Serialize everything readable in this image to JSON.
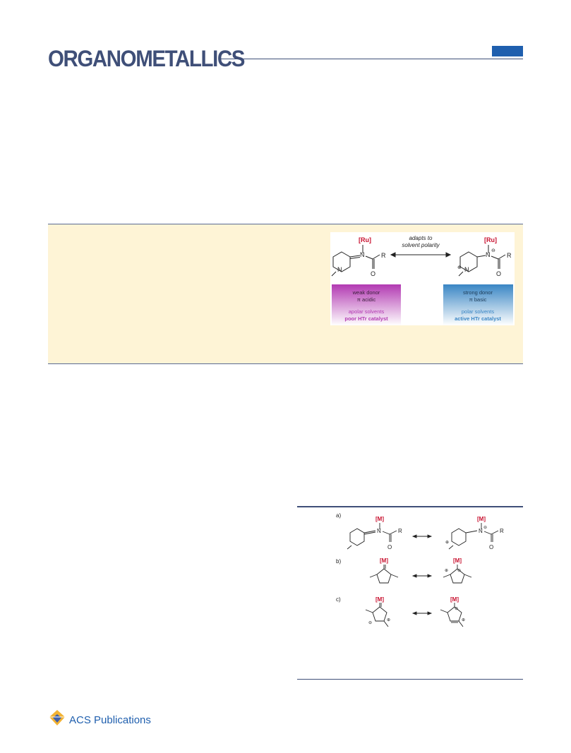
{
  "header": {
    "journal_name": "ORGANOMETALLICS",
    "brand_color": "#3f4f78",
    "tab_color": "#1f5fae"
  },
  "abstract": {
    "background_color": "#fef4d6",
    "toc_graphic": {
      "metal_label": "[Ru]",
      "arrow_label_line1": "adapts to",
      "arrow_label_line2": "solvent polarity",
      "left_box": {
        "line1": "weak donor",
        "line2": "π acidic",
        "line3": "apolar solvents",
        "line4": "poor HTr catalyst",
        "color": "#b23ab2"
      },
      "right_box": {
        "line1": "strong donor",
        "line2": "π basic",
        "line3": "polar solvents",
        "line4": "active HTr catalyst",
        "color": "#3a86c4"
      },
      "substituent": "R",
      "oxygen": "O",
      "nitrogen": "N"
    }
  },
  "figure1": {
    "panel_labels": [
      "a)",
      "b)",
      "c)"
    ],
    "metal_label": "[M]",
    "metal_color": "#c8102e",
    "substituent": "R",
    "oxygen": "O",
    "nitrogen": "N",
    "plus_sign": "⊕",
    "minus_sign": "⊖"
  },
  "publisher": {
    "name": "ACS Publications",
    "icon": "acs-hexagon-icon"
  }
}
